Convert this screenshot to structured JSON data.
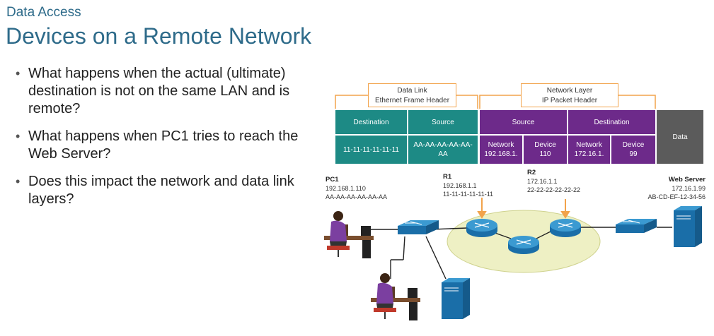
{
  "slide": {
    "kicker": "Data Access",
    "title": "Devices on a Remote Network"
  },
  "bullets": [
    "What happens when the actual (ultimate) destination is not on the same LAN and is remote?",
    "What happens when PC1 tries to reach the Web Server?",
    "Does this impact the network and data link layers?"
  ],
  "frame": {
    "data_link_header": {
      "line1": "Data Link",
      "line2": "Ethernet Frame Header"
    },
    "network_header": {
      "line1": "Network Layer",
      "line2": "IP Packet Header"
    },
    "dl_destination_label": "Destination",
    "dl_destination_value": "11-11-11-11-11-11",
    "dl_source_label": "Source",
    "dl_source_value": "AA-AA-AA-AA-AA-AA",
    "ip_source_label": "Source",
    "ip_source_network_label": "Network",
    "ip_source_network_value": "192.168.1.",
    "ip_source_device_label": "Device",
    "ip_source_device_value": "110",
    "ip_dest_label": "Destination",
    "ip_dest_network_label": "Network",
    "ip_dest_network_value": "172.16.1.",
    "ip_dest_device_label": "Device",
    "ip_dest_device_value": "99",
    "data_label": "Data"
  },
  "devices": {
    "pc1": {
      "name": "PC1",
      "ip": "192.168.1.110",
      "mac": "AA-AA-AA-AA-AA-AA"
    },
    "r1": {
      "name": "R1",
      "ip": "192.168.1.1",
      "mac": "11-11-11-11-11-11"
    },
    "r2": {
      "name": "R2",
      "ip": "172.16.1.1",
      "mac": "22-22-22-22-22-22"
    },
    "web_server": {
      "name": "Web Server",
      "ip": "172.16.1.99",
      "mac": "AB-CD-EF-12-34-56"
    }
  },
  "colors": {
    "title": "#2e6b8a",
    "teal": "#1d8a85",
    "purple": "#6d2a8a",
    "gray": "#5b5b5b",
    "bracket": "#f2a34b",
    "cloud": "#eef0c4"
  }
}
